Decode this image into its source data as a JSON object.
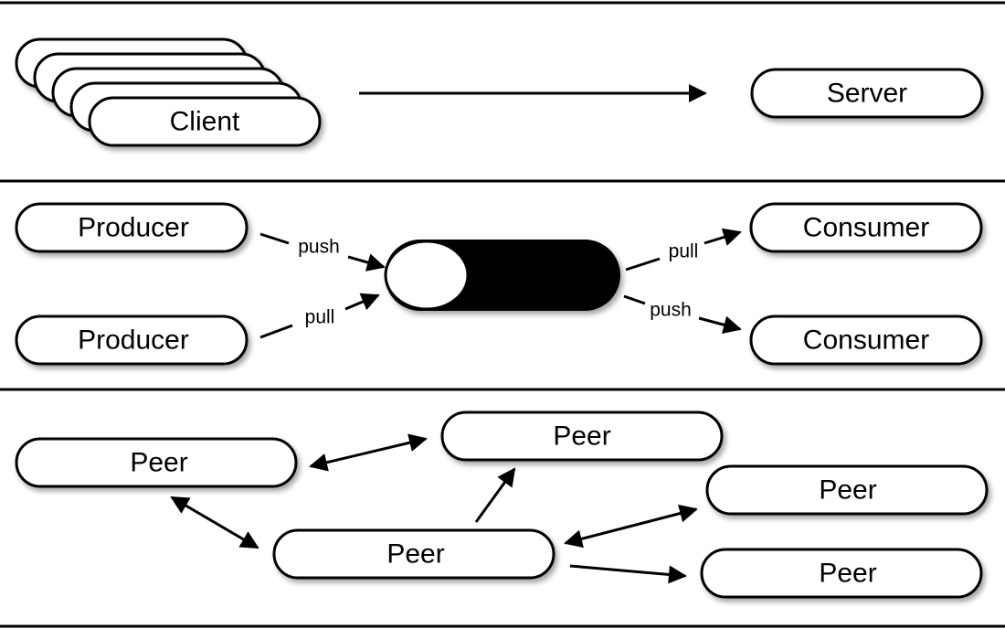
{
  "colors": {
    "line": "#000000",
    "fill": "#ffffff",
    "queue_body": "#000000"
  },
  "sections": {
    "client_server": {
      "client_label": "Client",
      "server_label": "Server"
    },
    "producer_consumer": {
      "producer_top_label": "Producer",
      "producer_bottom_label": "Producer",
      "consumer_top_label": "Consumer",
      "consumer_bottom_label": "Consumer",
      "edge_push_in": "push",
      "edge_pull_in": "pull",
      "edge_pull_out": "pull",
      "edge_push_out": "push"
    },
    "peer_to_peer": {
      "peer_left_label": "Peer",
      "peer_top_label": "Peer",
      "peer_center_label": "Peer",
      "peer_right_top_label": "Peer",
      "peer_right_bottom_label": "Peer"
    }
  }
}
